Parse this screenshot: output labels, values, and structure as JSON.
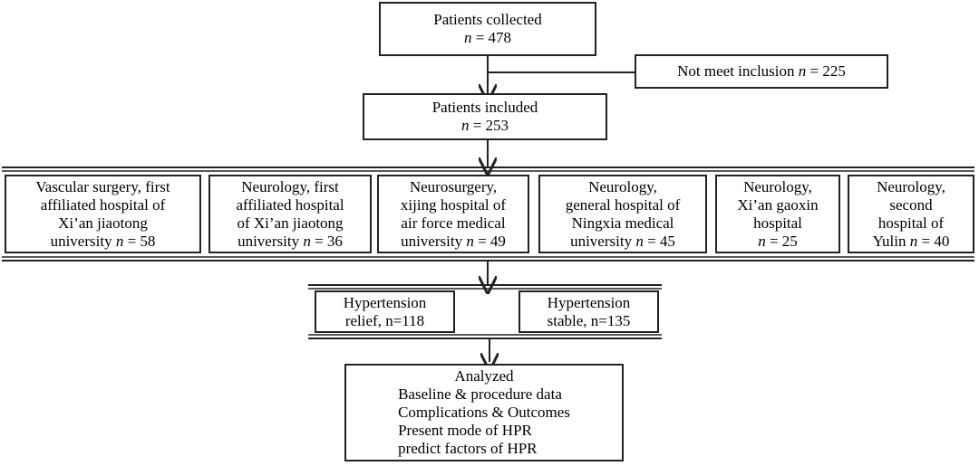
{
  "flow": {
    "collected": {
      "line1": "Patients collected",
      "n_prefix": "n",
      "n_value": "= 478"
    },
    "excluded": {
      "label": "Not meet inclusion ",
      "n_prefix": "n",
      "n_value": " = 225"
    },
    "included": {
      "line1": "Patients included",
      "n_prefix": "n",
      "n_value": "= 253"
    },
    "centers": [
      {
        "lines": [
          "Vascular surgery, first",
          "affiliated hospital of",
          "Xi’an jiaotong"
        ],
        "last_text": "university ",
        "n_prefix": "n",
        "n_value": " = 58"
      },
      {
        "lines": [
          "Neurology, first",
          "affiliated hospital",
          "of Xi’an jiaotong"
        ],
        "last_text": "university ",
        "n_prefix": "n",
        "n_value": " = 36"
      },
      {
        "lines": [
          "Neurosurgery,",
          "xijing hospital of",
          "air force medical"
        ],
        "last_text": "university ",
        "n_prefix": "n",
        "n_value": " = 49"
      },
      {
        "lines": [
          "Neurology,",
          "general hospital of",
          "Ningxia medical"
        ],
        "last_text": "university ",
        "n_prefix": "n",
        "n_value": " = 45"
      },
      {
        "lines": [
          "Neurology,",
          "Xi’an gaoxin",
          "hospital"
        ],
        "last_text": "",
        "n_prefix": "n",
        "n_value": " = 25"
      },
      {
        "lines": [
          "Neurology,",
          "second",
          "hospital of"
        ],
        "last_text": "Yulin ",
        "n_prefix": "n",
        "n_value": " = 40"
      }
    ],
    "groups": [
      {
        "line1": "Hypertension",
        "line2": "relief, n=118"
      },
      {
        "line1": "Hypertension",
        "line2": "stable, n=135"
      }
    ],
    "analyzed": {
      "title": "Analyzed",
      "items": [
        "Baseline & procedure data",
        "Complications & Outcomes",
        "Present mode of HPR",
        "predict factors of HPR"
      ]
    }
  }
}
